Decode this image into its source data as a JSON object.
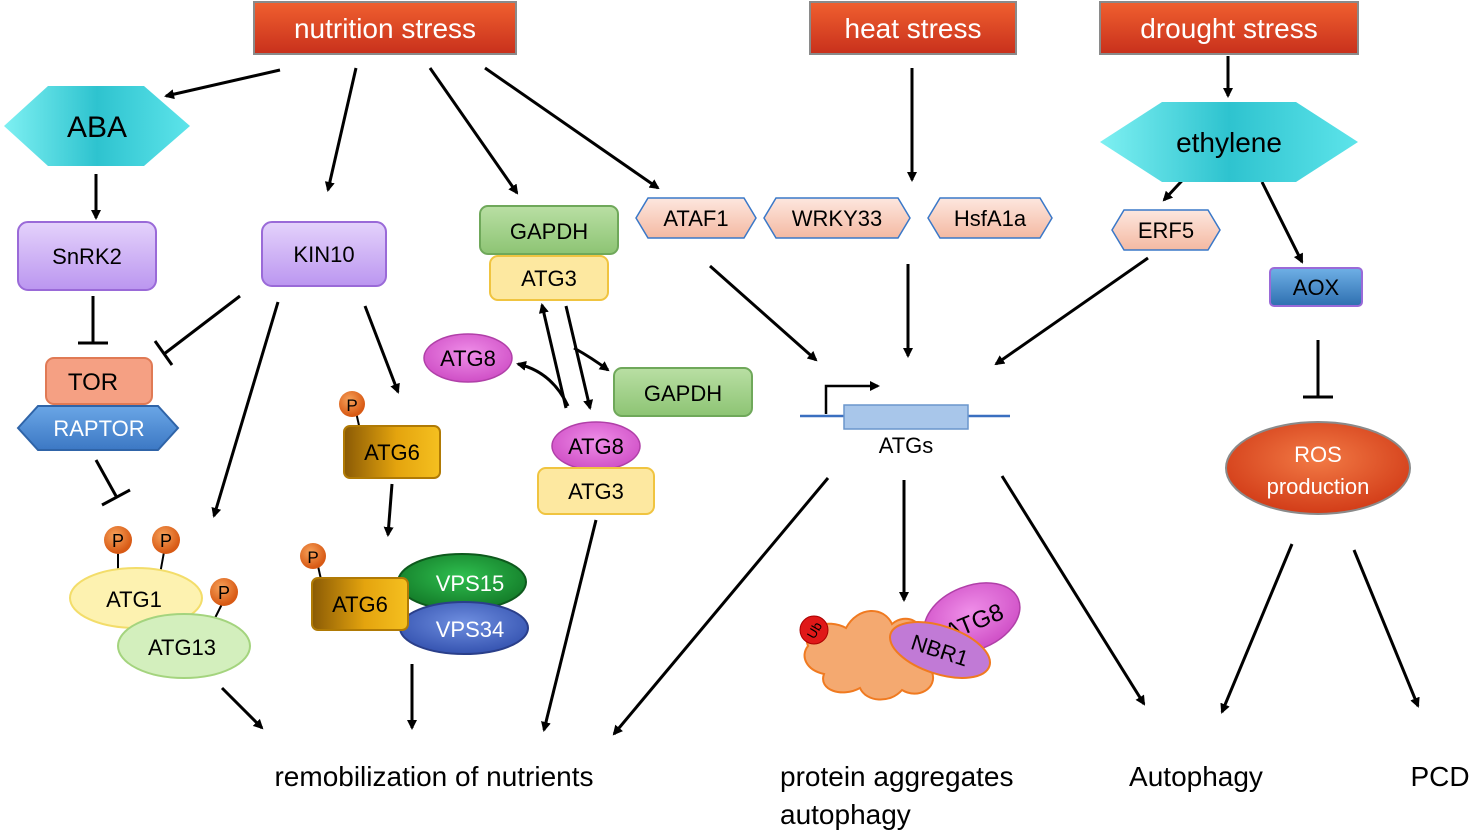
{
  "stresses": {
    "nutrition": "nutrition stress",
    "heat": "heat stress",
    "drought": "drought stress"
  },
  "hormones": {
    "aba": "ABA",
    "ethylene": "ethylene"
  },
  "kinases": {
    "snrk2": "SnRK2",
    "kin10": "KIN10"
  },
  "tor_complex": {
    "tor": "TOR",
    "raptor": "RAPTOR"
  },
  "phospho_label": "P",
  "atg1_complex": {
    "atg1": "ATG1",
    "atg13": "ATG13"
  },
  "atg6_single": "ATG6",
  "pi3k_complex": {
    "atg6": "ATG6",
    "vps15": "VPS15",
    "vps34": "VPS34"
  },
  "gapdh_module": {
    "gapdh_top": "GAPDH",
    "atg3_top": "ATG3",
    "atg8_free": "ATG8",
    "gapdh_free": "GAPDH",
    "atg8_bound": "ATG8",
    "atg3_bottom": "ATG3"
  },
  "transcription_factors": {
    "ataf1": "ATAF1",
    "wrky33": "WRKY33",
    "hsfa1a": "HsfA1a",
    "erf5": "ERF5"
  },
  "aox": "AOX",
  "atgs_gene": "ATGs",
  "ros": {
    "line1": "ROS",
    "line2": "production"
  },
  "aggregate": {
    "ub": "Ub",
    "nbr1": "NBR1",
    "atg8": "ATG8"
  },
  "outcomes": {
    "remobilization": "remobilization of nutrients",
    "protein_aggregates_line1": "protein aggregates",
    "protein_aggregates_line2": "autophagy",
    "autophagy": "Autophagy",
    "pcd": "PCD"
  },
  "colors": {
    "stress_box": "#e8472b",
    "hormone_diamond": "#3fcfd6",
    "kinase_box": "#c9a9f3",
    "tor_box": "#f5a083",
    "raptor_hex": "#4f8fd8",
    "phospho": "#e8702a",
    "atg1": "#fdf2b0",
    "atg13": "#d3efbd",
    "atg6": "#d49a0a",
    "vps15": "#1f9e3a",
    "vps34": "#4a6ccb",
    "gapdh": "#9fcf8a",
    "atg3": "#fde8a0",
    "atg8": "#e06fd8",
    "tf_hex": "#f9d2c4",
    "aox": "#3f88c9",
    "ros": "#e04a22",
    "gene_box": "#a8c6ea",
    "aggregate": "#f4a970"
  }
}
